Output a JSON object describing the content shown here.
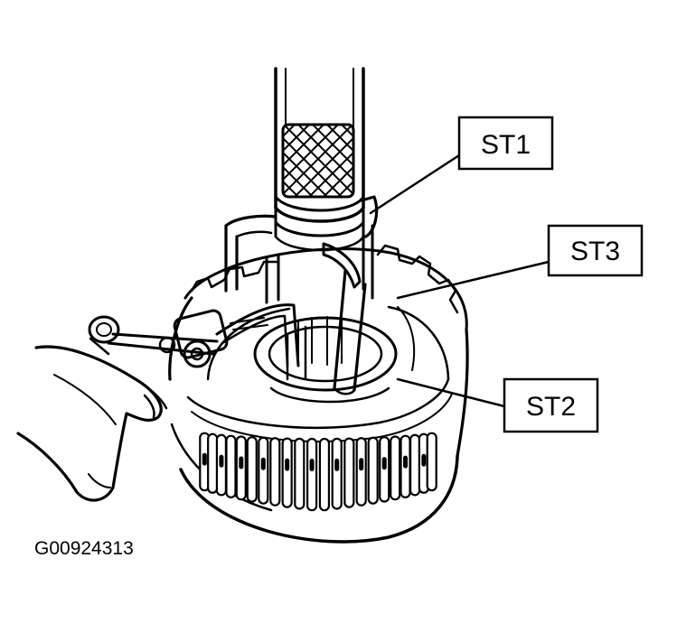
{
  "figure": {
    "id_label": "G00924313"
  },
  "callouts": [
    {
      "key": "st1",
      "label": "ST1"
    },
    {
      "key": "st3",
      "label": "ST3"
    },
    {
      "key": "st2",
      "label": "ST2"
    }
  ]
}
